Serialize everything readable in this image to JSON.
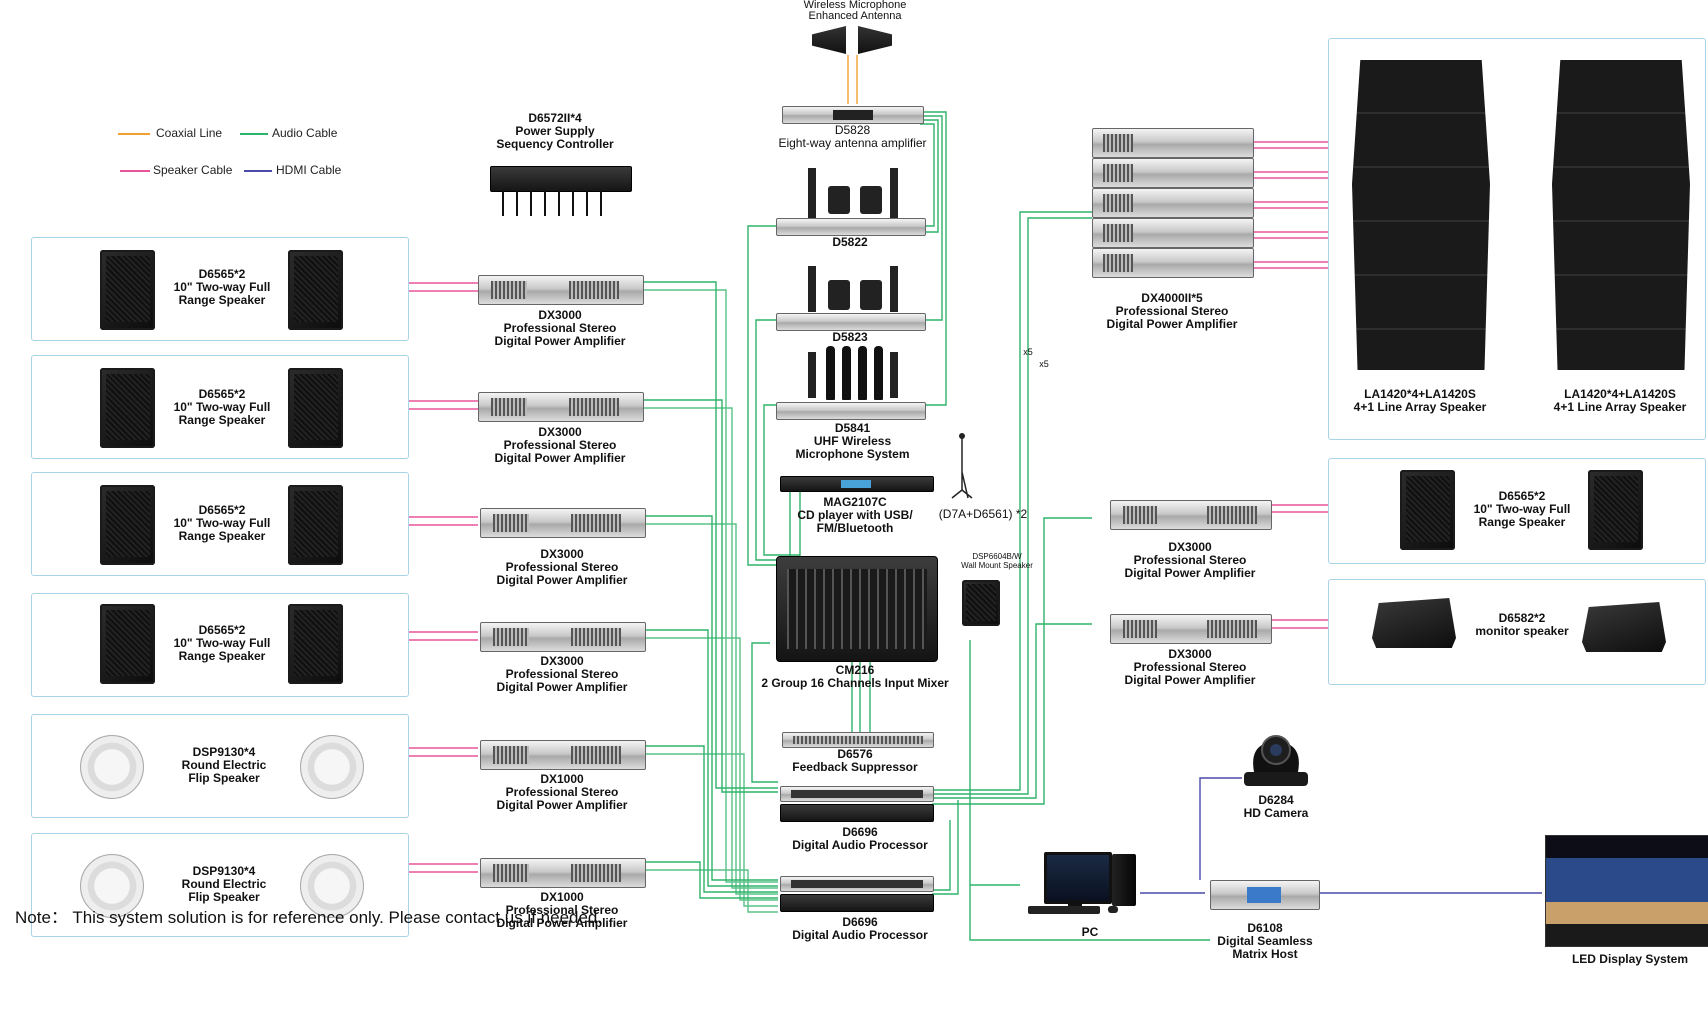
{
  "antenna": {
    "line1": "Wireless Microphone",
    "line2": "Enhanced Antenna"
  },
  "legend": {
    "coaxial": {
      "label": "Coaxial Line",
      "color": "#f0a030"
    },
    "audio": {
      "label": "Audio Cable",
      "color": "#2fb36a"
    },
    "speaker": {
      "label": "Speaker Cable",
      "color": "#e8559a"
    },
    "hdmi": {
      "label": "HDMI Cable",
      "color": "#4a4aa8"
    }
  },
  "sequencer": {
    "model": "D6572II*4",
    "line1": "Power Supply",
    "line2": "Sequency Controller"
  },
  "left_groups": [
    {
      "spk_model": "D6565*2",
      "spk_l1": "10\" Two-way Full",
      "spk_l2": "Range Speaker",
      "amp_model": "DX3000",
      "amp_l1": "Professional Stereo",
      "amp_l2": "Digital Power Amplifier"
    },
    {
      "spk_model": "D6565*2",
      "spk_l1": "10\" Two-way Full",
      "spk_l2": "Range Speaker",
      "amp_model": "DX3000",
      "amp_l1": "Professional Stereo",
      "amp_l2": "Digital Power Amplifier"
    },
    {
      "spk_model": "D6565*2",
      "spk_l1": "10\" Two-way Full",
      "spk_l2": "Range Speaker",
      "amp_model": "DX3000",
      "amp_l1": "Professional Stereo",
      "amp_l2": "Digital Power Amplifier"
    },
    {
      "spk_model": "D6565*2",
      "spk_l1": "10\" Two-way Full",
      "spk_l2": "Range Speaker",
      "amp_model": "DX3000",
      "amp_l1": "Professional Stereo",
      "amp_l2": "Digital Power Amplifier"
    },
    {
      "spk_model": "DSP9130*4",
      "spk_l1": "Round Electric",
      "spk_l2": "Flip Speaker",
      "amp_model": "DX1000",
      "amp_l1": "Professional Stereo",
      "amp_l2": "Digital Power Amplifier"
    },
    {
      "spk_model": "DSP9130*4",
      "spk_l1": "Round Electric",
      "spk_l2": "Flip Speaker",
      "amp_model": "DX1000",
      "amp_l1": "Professional Stereo",
      "amp_l2": "Digital Power Amplifier"
    }
  ],
  "center": {
    "d5828": {
      "model": "D5828",
      "desc": "Eight-way antenna amplifier"
    },
    "d5822": {
      "model": "D5822"
    },
    "d5823": {
      "model": "D5823"
    },
    "d5841": {
      "model": "D5841",
      "l1": "UHF Wireless",
      "l2": "Microphone System"
    },
    "mag": {
      "model": "MAG2107C",
      "l1": "CD player with USB/",
      "l2": "FM/Bluetooth"
    },
    "gooseneck": {
      "label": "(D7A+D6561) *2"
    },
    "wallspk": {
      "l1": "DSP6604B/W",
      "l2": "Wall Mount Speaker"
    },
    "mixer": {
      "model": "CM216",
      "desc": "2 Group 16 Channels Input Mixer"
    },
    "d6576": {
      "model": "D6576",
      "desc": "Feedback Suppressor"
    },
    "d6696a": {
      "model": "D6696",
      "desc": "Digital Audio Processor"
    },
    "d6696b": {
      "model": "D6696",
      "desc": "Digital Audio Processor"
    }
  },
  "right": {
    "dx4000": {
      "model": "DX4000II*5",
      "l1": "Professional Stereo",
      "l2": "Digital Power Amplifier"
    },
    "x5_a": "x5",
    "x5_b": "x5",
    "linearray1": {
      "model": "LA1420*4+LA1420S",
      "desc": "4+1 Line Array Speaker"
    },
    "linearray2": {
      "model": "LA1420*4+LA1420S",
      "desc": "4+1 Line Array Speaker"
    },
    "amp1": {
      "model": "DX3000",
      "l1": "Professional Stereo",
      "l2": "Digital Power Amplifier"
    },
    "amp2": {
      "model": "DX3000",
      "l1": "Professional Stereo",
      "l2": "Digital Power Amplifier"
    },
    "spk1": {
      "model": "D6565*2",
      "l1": "10\" Two-way Full",
      "l2": "Range Speaker"
    },
    "spk2": {
      "model": "D6582*2",
      "l1": "monitor speaker"
    },
    "camera": {
      "model": "D6284",
      "desc": "HD Camera"
    },
    "pc": {
      "label": "PC"
    },
    "matrix": {
      "model": "D6108",
      "l1": "Digital Seamless",
      "l2": "Matrix Host"
    },
    "led": {
      "label": "LED Display System"
    }
  },
  "note": "Note： This system solution is for reference only. Please contact us if needed."
}
